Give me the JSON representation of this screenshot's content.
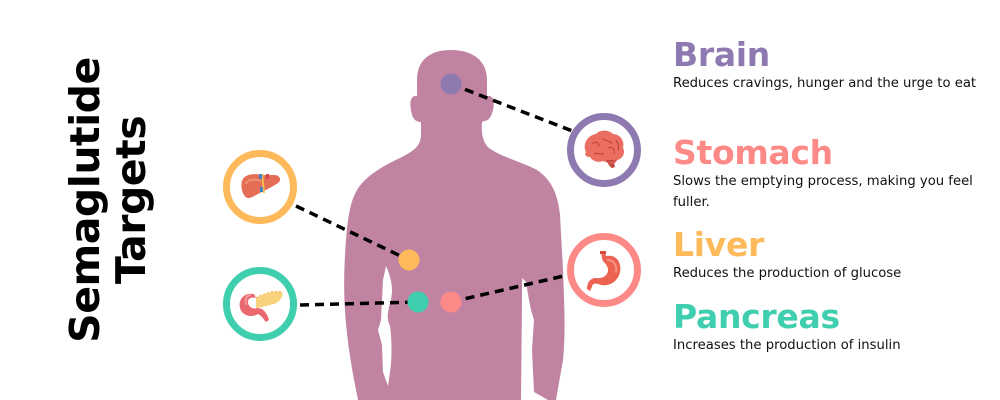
{
  "title": {
    "line1": "Semaglutide",
    "line2": "Targets"
  },
  "colors": {
    "background": "#ffffff",
    "body": "#c084a2",
    "brain": "#8e79b1",
    "stomach": "#fd8a86",
    "liver": "#fdb95a",
    "pancreas": "#3fcfae",
    "connector": "#000000",
    "text": "#111111"
  },
  "organs": [
    {
      "id": "brain",
      "name": "Brain",
      "description": "Reduces cravings, hunger and the urge to eat",
      "icon": "brain-icon"
    },
    {
      "id": "stomach",
      "name": "Stomach",
      "description": "Slows the emptying process, making you feel fuller.",
      "icon": "stomach-icon"
    },
    {
      "id": "liver",
      "name": "Liver",
      "description": "Reduces the production of glucose",
      "icon": "liver-icon"
    },
    {
      "id": "pancreas",
      "name": "Pancreas",
      "description": "Increases the production of insulin",
      "icon": "pancreas-icon"
    }
  ]
}
